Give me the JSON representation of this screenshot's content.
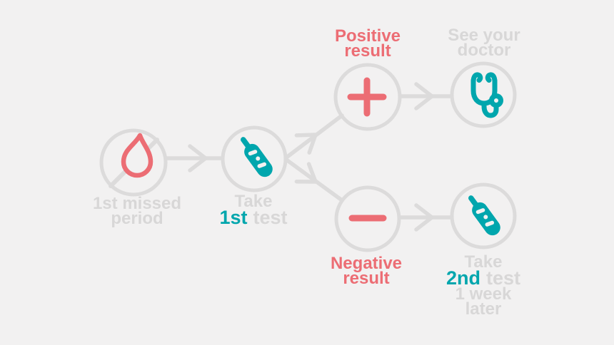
{
  "colors": {
    "background": "#f2f1f1",
    "coral": "#ec6d74",
    "teal": "#00a6ad",
    "line_gray": "#dcdbdb",
    "text_gray": "#d8d7d7"
  },
  "nodes": {
    "missed_period": {
      "icon": "blood-drop-crossed-icon",
      "line1": "1st missed",
      "line2": "period"
    },
    "first_test": {
      "icon": "pregnancy-test-icon",
      "word_pre": "Take",
      "highlight": "1st",
      "word_post": "test"
    },
    "positive": {
      "icon": "plus-icon",
      "line1": "Positive",
      "line2": "result"
    },
    "doctor": {
      "icon": "stethoscope-icon",
      "line1": "See your",
      "line2": "doctor"
    },
    "negative": {
      "icon": "minus-icon",
      "line1": "Negative",
      "line2": "result"
    },
    "second_test": {
      "icon": "pregnancy-test-icon",
      "word_pre": "Take",
      "highlight": "2nd",
      "word_post": "test",
      "line3": "1 week",
      "line4": "later"
    }
  }
}
